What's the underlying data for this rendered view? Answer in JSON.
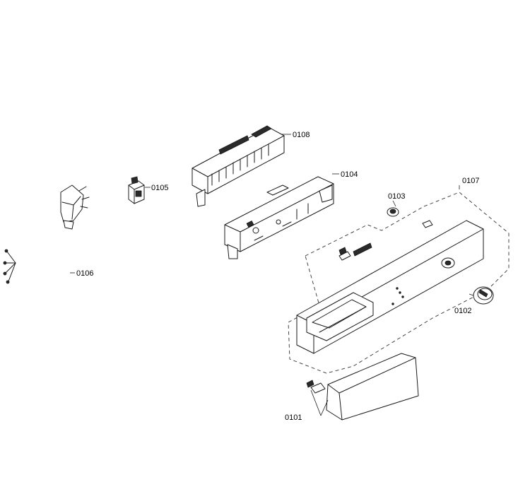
{
  "parts": [
    {
      "id": "control-panel-cover",
      "label": "0101"
    },
    {
      "id": "knob",
      "label": "0102"
    },
    {
      "id": "button-cap",
      "label": "0103"
    },
    {
      "id": "control-module",
      "label": "0104"
    },
    {
      "id": "door-lock-switch",
      "label": "0105"
    },
    {
      "id": "power-cord",
      "label": "0106"
    },
    {
      "id": "control-panel-fascia",
      "label": "0107"
    },
    {
      "id": "module-housing",
      "label": "0108"
    }
  ]
}
